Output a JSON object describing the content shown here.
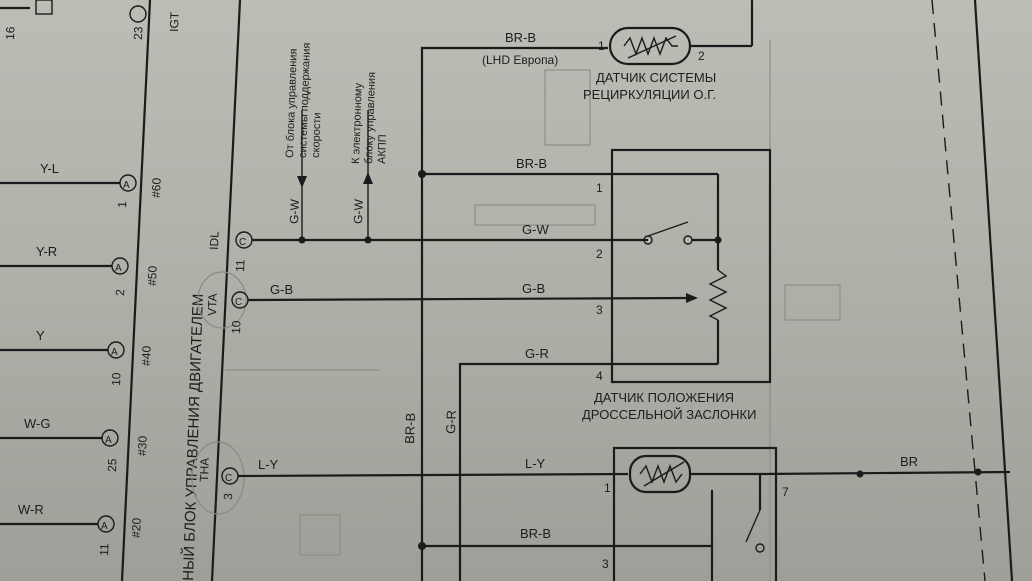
{
  "ecu": {
    "title": "НЫЙ БЛОК УПРАВЛЕНИЯ ДВИГАТЕЛЕМ",
    "pins": [
      {
        "pin": "16",
        "sig": ""
      },
      {
        "pin": "23",
        "sig": "IGT"
      },
      {
        "pin": "11",
        "sig": "IDL"
      },
      {
        "pin": "10",
        "sig": "VTA"
      },
      {
        "pin": "3",
        "sig": "THA"
      }
    ],
    "left_pins": [
      {
        "wire": "Y-L",
        "num": "1",
        "tag": "#60"
      },
      {
        "wire": "Y-R",
        "num": "2",
        "tag": "#50"
      },
      {
        "wire": "Y",
        "num": "10",
        "tag": "#40"
      },
      {
        "wire": "W-G",
        "num": "25",
        "tag": "#30"
      },
      {
        "wire": "W-R",
        "num": "11",
        "tag": "#20"
      }
    ],
    "connector_letters": [
      "A",
      "C"
    ]
  },
  "wires": {
    "br_b": "BR-B",
    "g_w": "G-W",
    "g_b": "G-B",
    "g_r": "G-R",
    "l_y": "L-Y",
    "br": "BR"
  },
  "notes": {
    "cruise": [
      "От блока управления",
      "системы поддержания",
      "скорости"
    ],
    "ect": [
      "К электронному",
      "блоку управления",
      "АКПП"
    ],
    "lhd": "(LHD Европа)"
  },
  "sensors": {
    "egr": {
      "label1": "ДАТЧИК СИСТЕМЫ",
      "label2": "РЕЦИРКУЛЯЦИИ О.Г.",
      "pin1": "1",
      "pin2": "2"
    },
    "tps": {
      "label1": "ДАТЧИК ПОЛОЖЕНИЯ",
      "label2": "ДРОССЕЛЬНОЙ ЗАСЛОНКИ",
      "pins": [
        "1",
        "2",
        "3",
        "4"
      ]
    },
    "lower": {
      "pins": [
        "1",
        "3",
        "7"
      ]
    }
  }
}
